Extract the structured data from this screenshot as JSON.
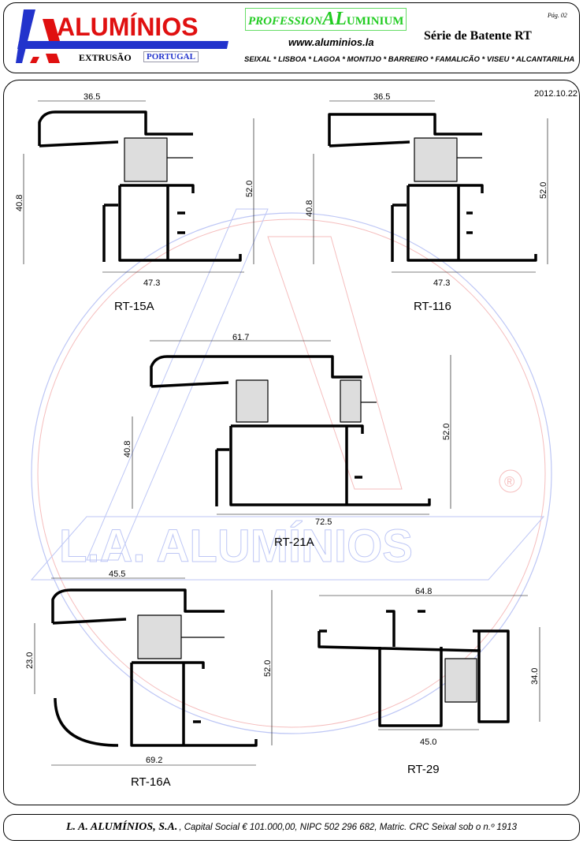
{
  "header": {
    "logo_text": "ALUMÍNIOS",
    "extrusao": "EXTRUSÃO",
    "portugal": "PORTUGAL",
    "pa_prefix": "PROFESSION",
    "pa_al": "AL",
    "pa_suffix": "UMINIUM",
    "website": "www.aluminios.la",
    "series_title": "Série de Batente RT",
    "page": "Pág. 02",
    "cities": "SEIXAL * LISBOA * LAGOA * MONTIJO * BARREIRO * FAMALICÃO * VISEU * ALCANTARILHA"
  },
  "date": "2012.10.22",
  "watermark": {
    "text": "L.A. ALUMÍNIOS",
    "registered": "®"
  },
  "profiles": [
    {
      "name": "RT-15A",
      "dims": [
        "36.5",
        "40.8",
        "52.0",
        "47.3"
      ]
    },
    {
      "name": "RT-116",
      "dims": [
        "36.5",
        "40.8",
        "52.0",
        "47.3"
      ]
    },
    {
      "name": "RT-21A",
      "dims": [
        "61.7",
        "40.8",
        "52.0",
        "72.5"
      ]
    },
    {
      "name": "RT-16A",
      "dims": [
        "45.5",
        "23.0",
        "52.0",
        "69.2"
      ]
    },
    {
      "name": "RT-29",
      "dims": [
        "64.8",
        "34.0",
        "45.0"
      ]
    }
  ],
  "footer": {
    "company": "L. A. ALUMÍNIOS, S.A.",
    "details": ", Capital Social € 101.000,00, NIPC 502 296 682, Matric. CRC Seixal sob o n.º 1913"
  },
  "colors": {
    "logo_red": "#e01010",
    "logo_blue": "#2233cc",
    "green": "#22cc22"
  }
}
